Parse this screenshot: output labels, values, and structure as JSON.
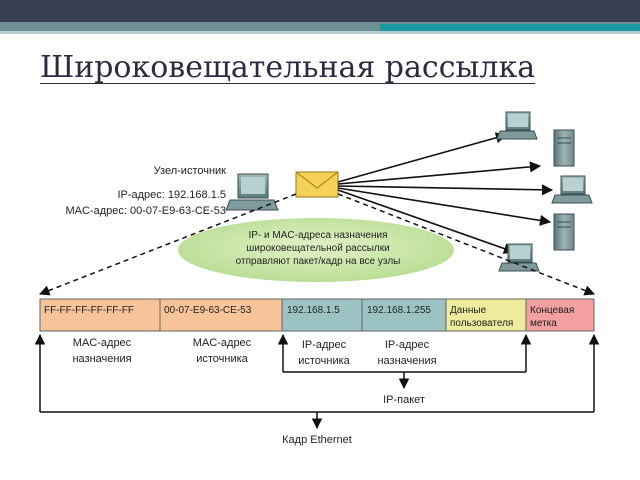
{
  "slide": {
    "title": "Широковещательная рассылка"
  },
  "source_node": {
    "name": "Узел-источник",
    "ip": "IP-адрес: 192.168.1.5",
    "mac": "MAC-адрес: 00-07-E9-63-CE-53"
  },
  "bubble": {
    "line1": "IP- и MAC-адреса назначения",
    "line2": "широковещательной рассылки",
    "line3": "отправляют пакет/кадр на все узлы"
  },
  "frame": {
    "fields": [
      {
        "text1": "FF-FF-FF-FF-FF-FF",
        "text2": "",
        "color": "#f7c49a"
      },
      {
        "text1": "00-07-E9-63-CE-53",
        "text2": "",
        "color": "#f7c49a"
      },
      {
        "text1": "192.168.1.5",
        "text2": "",
        "color": "#9cc3c3"
      },
      {
        "text1": "192.168.1.255",
        "text2": "",
        "color": "#9cc3c3"
      },
      {
        "text1": "Данные",
        "text2": "пользователя",
        "color": "#eeeb9c"
      },
      {
        "text1": "Концевая",
        "text2": "метка",
        "color": "#f2a0a0"
      }
    ]
  },
  "labels": {
    "mac_dest_1": "MAC-адрес",
    "mac_dest_2": "назначения",
    "mac_src_1": "MAC-адрес",
    "mac_src_2": "источника",
    "ip_src_1": "IP-адрес",
    "ip_src_2": "источника",
    "ip_dest_1": "IP-адрес",
    "ip_dest_2": "назначения",
    "ip_packet": "IP-пакет",
    "ethernet_frame": "Кадр Ethernet"
  },
  "colors": {
    "mac_fields": "#f7c49a",
    "ip_fields": "#9cc3c3",
    "data_field": "#eeeb9c",
    "trailer_field": "#f2a0a0",
    "bubble": "#cfe8b0"
  }
}
